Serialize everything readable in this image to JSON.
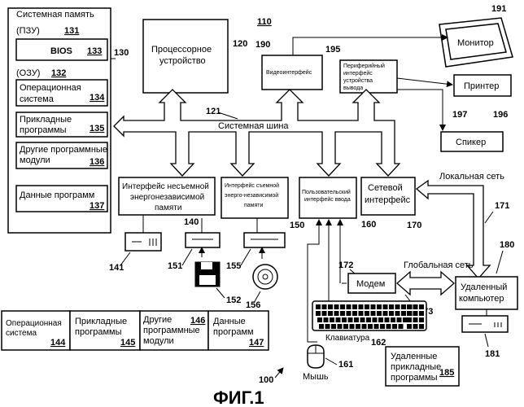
{
  "figure": {
    "ref": "110",
    "overall_ref": "100",
    "caption": "ФИГ.1"
  },
  "system_memory": {
    "title": "Системная память",
    "ref": "130",
    "rom_label": "(ПЗУ)",
    "rom_ref": "131",
    "bios": {
      "label": "BIOS",
      "ref": "133"
    },
    "ram_label": "(ОЗУ)",
    "ram_ref": "132",
    "os": {
      "line1": "Операционная",
      "line2": "система",
      "ref": "134"
    },
    "apps": {
      "line1": "Прикладные",
      "line2": "программы",
      "ref": "135"
    },
    "modules": {
      "line1": "Другие программные",
      "line2": "модули",
      "ref": "136"
    },
    "data": {
      "line1": "Данные программ",
      "ref": "137"
    }
  },
  "cpu": {
    "line1": "Процессорное",
    "line2": "устройство",
    "ref": "120"
  },
  "video": {
    "label": "Видеоинтерфейс",
    "ref": "190"
  },
  "periph": {
    "line1": "Периферийный",
    "line2": "интерфейс",
    "line3": "устройства",
    "line4": "вывода",
    "ref": "195"
  },
  "monitor": {
    "label": "Монитор",
    "ref": "191"
  },
  "printer": {
    "label": "Принтер",
    "ref": "196"
  },
  "speaker": {
    "label": "Спикер",
    "ref": "197"
  },
  "bus": {
    "label": "Системная шина",
    "ref": "121"
  },
  "nonremovable": {
    "line1": "Интерфейс несъемной",
    "line2": "энергонезависимой",
    "line3": "памяти",
    "ref": "140"
  },
  "removable": {
    "line1": "Интерфейс съемной",
    "line2": "энерго-независимой",
    "line3": "памяти",
    "ref": "150"
  },
  "user_input": {
    "line1": "Пользовательский",
    "line2": "интерфейс ввода",
    "ref": "160"
  },
  "network": {
    "line1": "Сетевой",
    "line2": "интерфейс",
    "ref": "170"
  },
  "lan": {
    "label": "Локальная сеть",
    "ref": "171"
  },
  "wan": {
    "label": "Глобальная сеть",
    "ref": "173"
  },
  "modem": {
    "label": "Модем",
    "ref": "172"
  },
  "remote": {
    "line1": "Удаленный",
    "line2": "компьютер",
    "ref": "180"
  },
  "remote_apps": {
    "line1": "Удаленные",
    "line2": "прикладные",
    "line3": "программы",
    "ref": "185"
  },
  "remote_disk_ref": "181",
  "hdd_ref": "141",
  "floppy_drive_ref": "151",
  "floppy_disk_ref": "152",
  "cd_drive_ref": "155",
  "cd_ref": "156",
  "keyboard": {
    "label": "Клавиатура",
    "ref": "162"
  },
  "mouse": {
    "label": "Мышь",
    "ref": "161"
  },
  "stored": {
    "os": {
      "line1": "Операционная",
      "line2": "система",
      "ref": "144"
    },
    "apps": {
      "line1": "Прикладные",
      "line2": "программы",
      "ref": "145"
    },
    "modules": {
      "line1": "Другие",
      "line2": "программные",
      "line3": "модули",
      "ref": "146"
    },
    "data": {
      "line1": "Данные",
      "line2": "программ",
      "ref": "147"
    }
  }
}
